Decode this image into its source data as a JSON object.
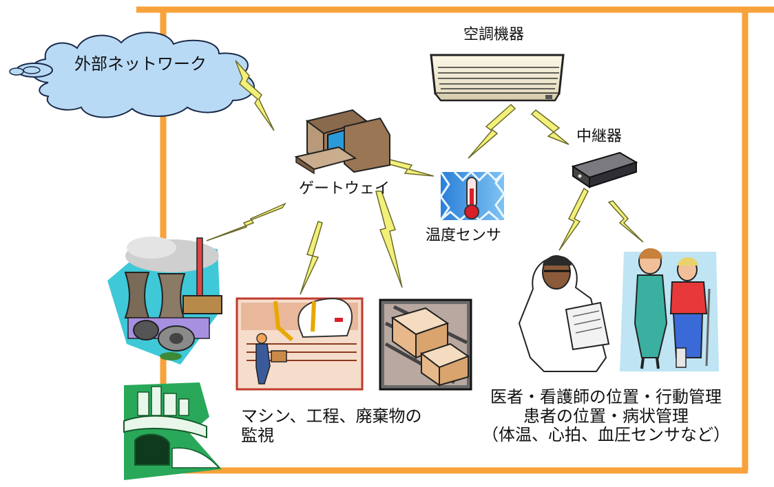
{
  "labels": {
    "external_network": "外部ネットワーク",
    "air_conditioner": "空調機器",
    "gateway": "ゲートウェイ",
    "repeater": "中継器",
    "temperature_sensor": "温度センサ",
    "machine_monitoring": [
      "マシン、工程、廃棄物の",
      "監視"
    ],
    "medical_management": [
      "医者・看護師の位置・行動管理",
      "患者の位置・病状管理",
      "（体温、心拍、血圧センサなど）"
    ]
  },
  "colors": {
    "boundary": "#f7a23a",
    "lightning": "#f3f07a",
    "lightning_stroke": "#8a8a3a",
    "cloud": "#b9daf5"
  },
  "icons": [
    "cloud-icon",
    "air-conditioner-icon",
    "computer-icon",
    "repeater-device-icon",
    "thermometer-icon",
    "factory-icon",
    "assembly-line-icon",
    "conveyor-boxes-icon",
    "doctor-icon",
    "nurse-patient-icon",
    "dam-icon"
  ]
}
